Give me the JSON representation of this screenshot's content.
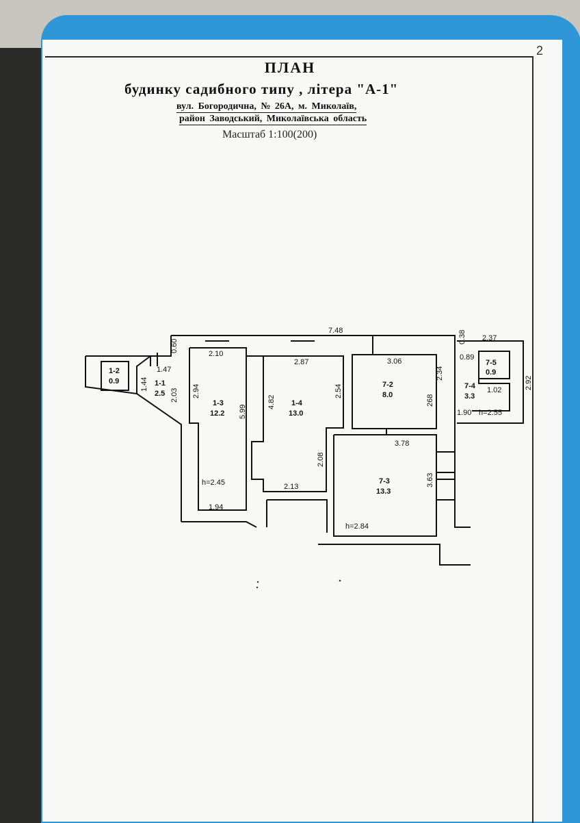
{
  "page_number": "2",
  "title": "ПЛАН",
  "subtitle": "будинку садибного типу , літера \"А-1\"",
  "address_line1": "вул. Богородична,    № 26А, м. Миколаїв,",
  "address_line2": "район Заводський,    Миколаївська область",
  "scale": "Масштаб 1:100(200)",
  "rooms": [
    {
      "id": "1-2",
      "area": "0.9"
    },
    {
      "id": "1-1",
      "area": "2.5"
    },
    {
      "id": "1-3",
      "area": "12.2"
    },
    {
      "id": "1-4",
      "area": "13.0"
    },
    {
      "id": "7-2",
      "area": "8.0"
    },
    {
      "id": "7-3",
      "area": "13.3"
    },
    {
      "id": "7-4",
      "area": "3.3"
    },
    {
      "id": "7-5",
      "area": "0.9"
    }
  ],
  "dimensions": [
    "7.48",
    "0.60",
    "2.10",
    "1.47",
    "1.44",
    "2.03",
    "2.94",
    "5.99",
    "2.87",
    "4.82",
    "2.54",
    "2.08",
    "2.13",
    "1.94",
    "3.06",
    "2.34",
    "268",
    "3.78",
    "3.63",
    "0.38",
    "2.37",
    "0.89",
    "1.02",
    "1.90",
    "2.92"
  ],
  "heights": [
    "h=2.45",
    "h=2.84",
    "h=2.55"
  ]
}
